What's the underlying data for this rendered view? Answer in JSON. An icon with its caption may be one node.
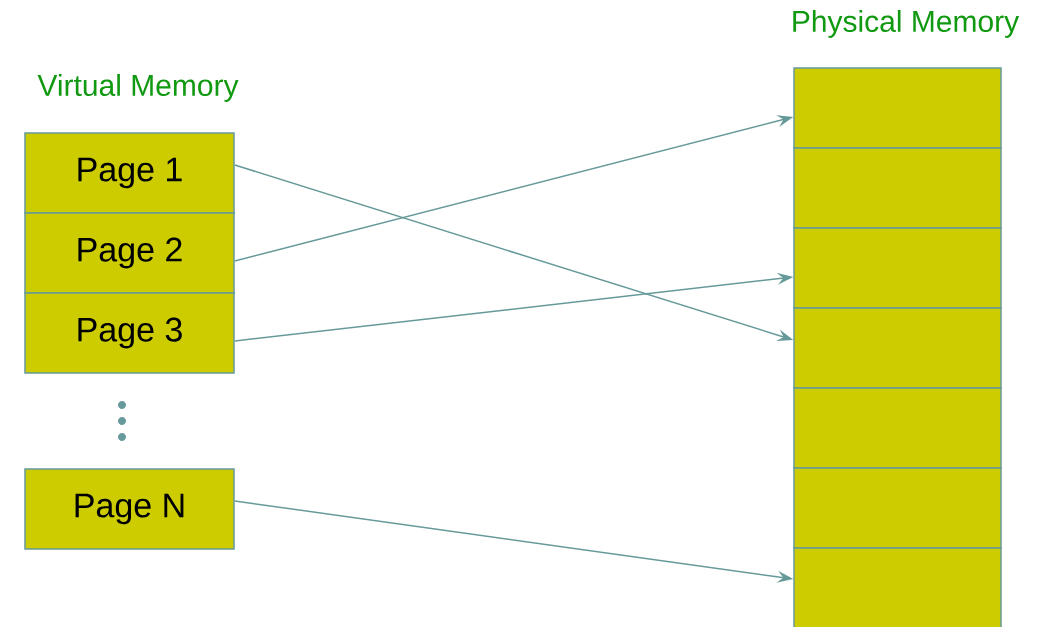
{
  "diagram": {
    "nodes": [
      {
        "text": [
          "Page 1"
        ]
      },
      {
        "text": [
          "Page 2"
        ]
      },
      {
        "text": [
          "Page 3"
        ]
      },
      {
        "text": [
          "Page N"
        ]
      },
      {
        "text": [],
        "shape": "box"
      },
      {
        "text": [],
        "shape": "box"
      },
      {
        "text": [],
        "shape": "box"
      },
      {
        "text": [],
        "shape": "box"
      },
      {
        "text": [],
        "shape": "box"
      },
      {
        "text": [],
        "shape": "box"
      },
      {
        "text": [],
        "shape": "box"
      }
    ],
    "edges": [
      {
        "from": 0,
        "to": 7,
        "arrow": "to"
      },
      {
        "from": 1,
        "to": 4,
        "arrow": "to"
      },
      {
        "from": 2,
        "to": 6,
        "arrow": "to"
      },
      {
        "from": 3,
        "to": 10,
        "arrow": "to"
      }
    ],
    "labels": [
      "Physical Memory",
      "Virtual Memory"
    ]
  }
}
